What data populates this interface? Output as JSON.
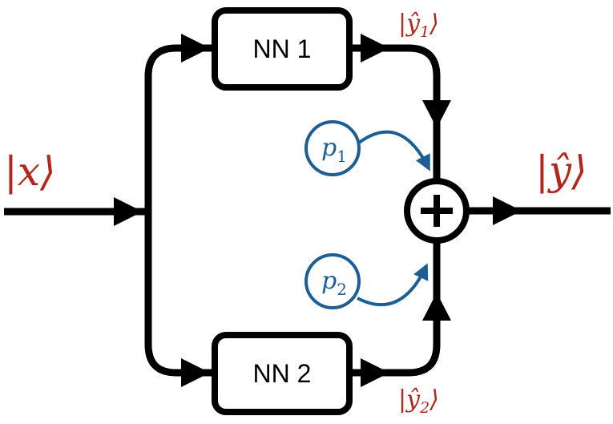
{
  "nodes": {
    "input": "|x⟩",
    "nn1": "NN 1",
    "nn2": "NN 2",
    "output1": {
      "base": "|ŷ",
      "sub": "1",
      "close": "⟩"
    },
    "output2": {
      "base": "|ŷ",
      "sub": "2",
      "close": "⟩"
    },
    "output": "|ŷ⟩",
    "p1": {
      "base": "p",
      "sub": "1"
    },
    "p2": {
      "base": "p",
      "sub": "2"
    },
    "sum_symbol": "+"
  },
  "colors": {
    "line": "#000000",
    "ket": "#b3261e",
    "probability": "#1d5e95"
  }
}
